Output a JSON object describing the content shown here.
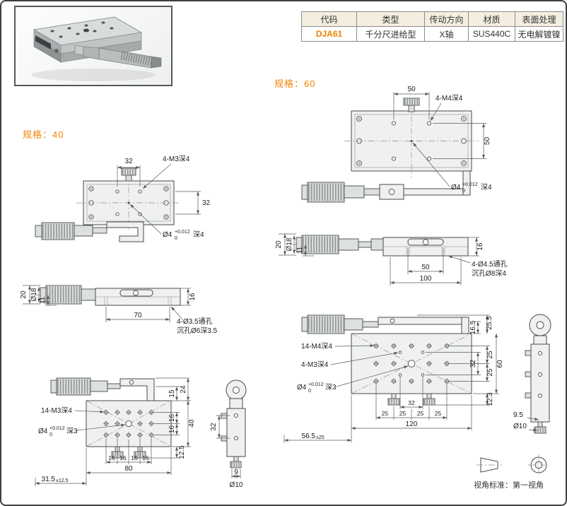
{
  "colors": {
    "accent": "#f08300"
  },
  "table": {
    "headers": [
      "代码",
      "类型",
      "传动方向",
      "材质",
      "表面处理"
    ],
    "row": {
      "code": "DJA61",
      "type": "千分尺进给型",
      "direction": "X轴",
      "material": "SUS440C",
      "finish": "无电解镀镍"
    }
  },
  "spec40": {
    "label": "规格：40",
    "top": {
      "dim_width": "32",
      "holes_label": "4-M3深4",
      "dim_height": "32",
      "bore": "Ø4",
      "bore_tol_plus": "+0.012",
      "bore_tol_zero": "0",
      "bore_depth": "深4"
    },
    "side": {
      "dim_height": "20",
      "dim_dia": "Ø18",
      "dim_base": "11",
      "dim_body": "16",
      "dim_span": "70",
      "hole_note_1": "4-Ø3.5通孔",
      "hole_note_2": "沉孔Ø6深3.5"
    },
    "bottom": {
      "dim_24": "24",
      "dim_15": "15",
      "holes_label": "14-M3深4",
      "bore": "Ø4",
      "bore_tol_plus": "+0.012",
      "bore_tol_zero": "0",
      "bore_depth": "深3",
      "dim_16a": "16",
      "dim_16b": "16",
      "dim_40": "40",
      "seg": [
        "16",
        "16",
        "16",
        "16"
      ],
      "dim_80": "80",
      "travel_main": "31.5",
      "travel_tol": "±12.5",
      "dim_12_5": "12.5"
    },
    "profile": {
      "dim_32": "32",
      "dim_9": "9",
      "dim_d10": "Ø10"
    }
  },
  "spec60": {
    "label": "规格：60",
    "top": {
      "dim_width": "50",
      "holes_label": "4-M4深4",
      "dim_height": "50",
      "bore": "Ø4",
      "bore_tol_plus": "+0.012",
      "bore_tol_zero": "0",
      "bore_depth": "深4"
    },
    "side": {
      "dim_height": "20",
      "dim_dia": "Ø18",
      "dim_base": "11",
      "dim_body": "16",
      "dim_span_50": "50",
      "dim_span_100": "100",
      "hole_note_1": "4-Ø4.5通孔",
      "hole_note_2": "沉孔Ø8深4"
    },
    "bottom": {
      "dim_16_5": "16.5",
      "dim_25_5": "25.5",
      "holes14_label": "14-M4深4",
      "holes4_label": "4-M3深4",
      "bore": "Ø4",
      "bore_tol_plus": "+0.012",
      "bore_tol_zero": "0",
      "bore_depth": "深3",
      "dim_32_right": "32",
      "dim_25a": "25",
      "dim_25b": "25",
      "dim_60": "60",
      "dim_12_3": "12.3",
      "dim_32_bottom": "32",
      "seg": [
        "25",
        "25",
        "25",
        "25"
      ],
      "dim_120": "120",
      "travel_main": "56.5",
      "travel_tol": "±25"
    },
    "profile": {
      "dim_9_5": "9.5",
      "dim_d10": "Ø10"
    }
  },
  "footer": {
    "view_standard": "视角标准：第一视角"
  }
}
